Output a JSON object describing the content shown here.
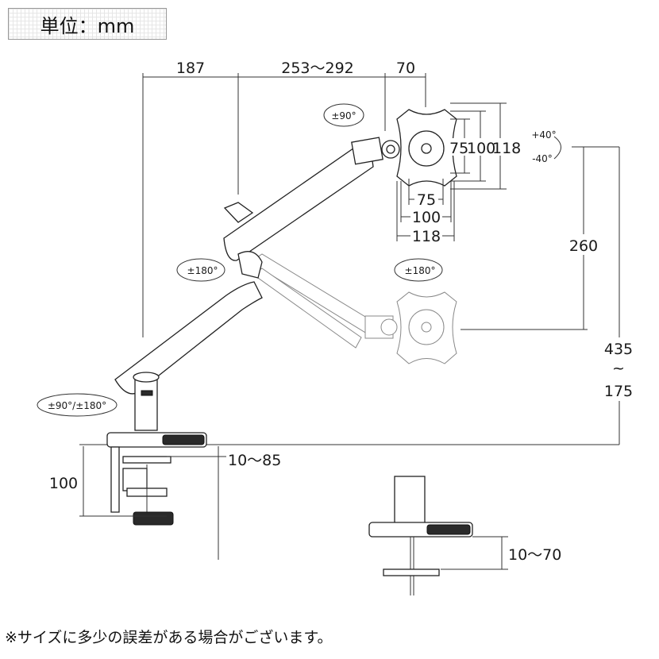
{
  "unit_label": "単位：mm",
  "dimensions": {
    "top_left": "187",
    "top_middle": "253〜292",
    "top_right": "70",
    "vesa_v_75": "75",
    "vesa_v_100": "100",
    "vesa_v_118": "118",
    "vesa_h_75": "75",
    "vesa_h_100": "100",
    "vesa_h_118": "118",
    "height_260": "260",
    "height_range_top": "435",
    "height_range_sep": "~",
    "height_range_bottom": "175",
    "clamp_height": "100",
    "clamp_range": "10〜85",
    "grommet_range": "10〜70"
  },
  "rotations": {
    "head_swivel": "±90°",
    "tilt_up": "+40°",
    "tilt_down": "-40°",
    "elbow": "±180°",
    "head_rotate": "±180°",
    "base": "±90°/±180°"
  },
  "footnote": "※サイズに多少の誤差がある場合がございます。"
}
